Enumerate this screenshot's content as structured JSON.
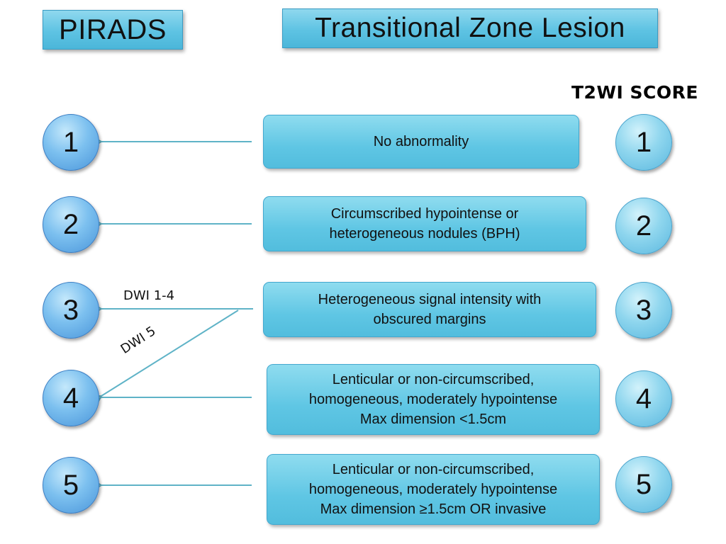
{
  "header": {
    "left_title": "PIRADS",
    "right_title": "Transitional Zone Lesion"
  },
  "t2wi_heading": "T2WI SCORE",
  "rows": [
    {
      "pirads": "1",
      "score": "1",
      "lines": [
        "No abnormality"
      ]
    },
    {
      "pirads": "2",
      "score": "2",
      "lines": [
        "Circumscribed hypointense or",
        "heterogeneous nodules (BPH)"
      ]
    },
    {
      "pirads": "3",
      "score": "3",
      "lines": [
        "Heterogeneous signal intensity with",
        "obscured margins"
      ]
    },
    {
      "pirads": "4",
      "score": "4",
      "lines": [
        "Lenticular or non-circumscribed,",
        "homogeneous, moderately hypointense",
        "Max dimension <1.5cm"
      ]
    },
    {
      "pirads": "5",
      "score": "5",
      "lines": [
        "Lenticular or non-circumscribed,",
        "homogeneous, moderately hypointense",
        "Max dimension ≥1.5cm OR invasive"
      ]
    }
  ],
  "branch_labels": {
    "dwi_low": "DWI 1-4",
    "dwi_high": "DWI 5"
  },
  "colors": {
    "box_fill": "#5fc6e4",
    "circle_fill": "#7cc0ef",
    "arrow": "#5fb3c7"
  }
}
